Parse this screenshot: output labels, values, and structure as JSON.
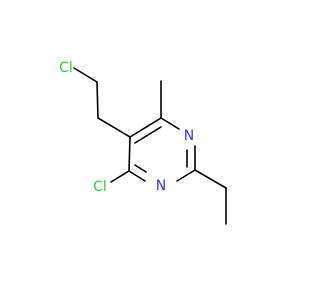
{
  "molecule": {
    "atoms": {
      "cl_top": {
        "label": "Cl",
        "color": "#33cc33"
      },
      "cl_ring": {
        "label": "Cl",
        "color": "#33cc33"
      },
      "n_upper": {
        "label": "N",
        "color": "#3333ff"
      },
      "n_lower": {
        "label": "N",
        "color": "#3333ff"
      }
    },
    "bond_color": "#000000",
    "background": "#ffffff"
  }
}
